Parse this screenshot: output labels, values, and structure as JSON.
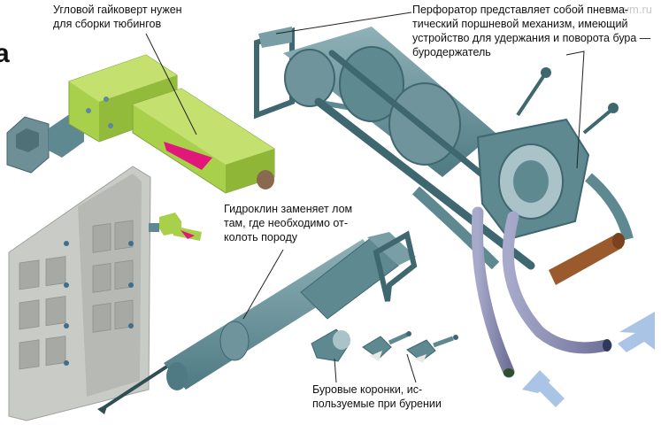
{
  "captions": {
    "wrench": "Угловой гайковерт нужен\nдля сборки тюбингов",
    "perforator": "Перфоратор представляет собой пневма-\nтический поршневой механизм, имеющий\nустройство для удержания и поворота бура —\nбуродержатель",
    "hydrowedge": "Гидроклин заменяет лом\nтам, где необходимо от-\nколоть породу",
    "bits": "Буровые коронки, ис-\nпользуемые при бурении"
  },
  "watermark": "vm.ru",
  "edge_letter": "а",
  "colors": {
    "wrench_green": "#a9d04a",
    "wrench_dark": "#7ea43a",
    "magenta": "#e2177a",
    "steel": "#5f8991",
    "steel_dark": "#3f6770",
    "steel_light": "#a9c3c8",
    "frame_gray": "#c9ccc6",
    "hose_purple": "#8d8fb4",
    "wood_brown": "#9b5a2e",
    "arrow_blue": "#a9c4e4"
  }
}
